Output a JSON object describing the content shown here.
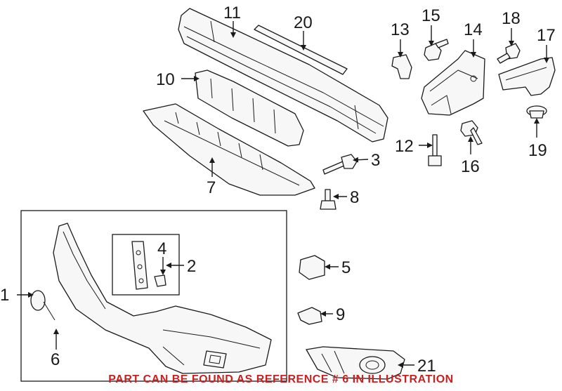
{
  "diagram": {
    "callouts": [
      "1",
      "2",
      "3",
      "4",
      "5",
      "6",
      "7",
      "8",
      "9",
      "10",
      "11",
      "12",
      "13",
      "14",
      "15",
      "16",
      "17",
      "18",
      "19",
      "20",
      "21"
    ]
  },
  "note": {
    "text": "PART CAN BE FOUND AS REFERENCE # 6 IN ILLUSTRATION",
    "color": "#cc1f1f"
  }
}
